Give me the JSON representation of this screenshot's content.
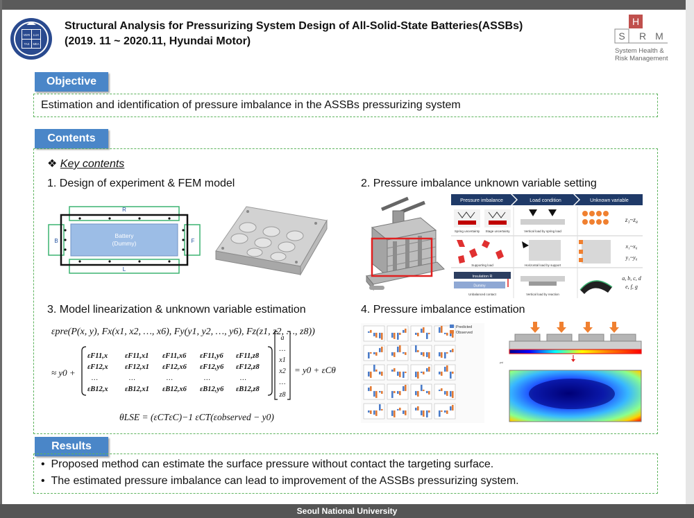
{
  "header": {
    "title_line1": "Structural Analysis for Pressurizing System Design of All-Solid-State Batteries(ASSBs)",
    "title_line2": "(2019. 11 ~ 2020.11, Hyundai Motor)",
    "logo_right_letters": [
      "S",
      "H",
      "R",
      "M"
    ],
    "logo_right_caption1": "System Health &",
    "logo_right_caption2": "Risk Management",
    "logo_left_letters": [
      "VERI",
      "LUX",
      "TAS",
      "MEA"
    ]
  },
  "objective": {
    "label": "Objective",
    "text": "Estimation and identification of pressure imbalance in the ASSBs pressurizing system"
  },
  "contents": {
    "label": "Contents",
    "key_title": "Key contents",
    "items": [
      "1. Design of experiment & FEM model",
      "2. Pressure imbalance unknown variable setting",
      "3. Model linearization & unknown variable estimation",
      "4. Pressure imbalance estimation"
    ],
    "fig1": {
      "R": "R",
      "L": "L",
      "B": "B",
      "F": "F",
      "battery": "Battery",
      "dummy": "(Dummy)"
    },
    "fig2": {
      "headers": [
        "Pressure imbalance",
        "Load condition",
        "Unknown variable"
      ],
      "row1": {
        "cap1": "Spring uncertainty",
        "cap2": "Stage uncertainty",
        "cap3": "Vertical load by spring load",
        "var": "z₁~z₈"
      },
      "row2": {
        "cap1": "Supporting load",
        "cap3": "Horizontal load by support",
        "var1": "x₁~x₆",
        "var2": "y₁~y₆"
      },
      "row3": {
        "ins": "Insulation R",
        "dummy": "Dummy",
        "cap1": "Unbalanced contact",
        "cap3": "Vertical load by reaction",
        "var1": "a, b, c, d",
        "var2": "e, f, g"
      }
    },
    "fig4": {
      "legend": [
        "Predicted",
        "Observed"
      ]
    }
  },
  "equations": {
    "line1": "εpre(P(x, y), Fx(x1, x2, …, x6), Fy(y1, y2, …, y6), Fz(z1, z2, …, z8))",
    "approx": "≈ y0 +",
    "row1": [
      "εF11,x",
      "εF11,x1",
      "εF11,x6",
      "εF11,y6",
      "εF11,z8"
    ],
    "row2": [
      "εF12,x",
      "εF12,x1",
      "εF12,x6",
      "εF12,y6",
      "εF12,z8"
    ],
    "row4": [
      "εB12,x",
      "εB12,x1",
      "εB12,x6",
      "εB12,y6",
      "εB12,z8"
    ],
    "vector": [
      "a",
      "…",
      "x1",
      "x2",
      "…",
      "z8"
    ],
    "rhs": "= y0 + εCθ",
    "lse": "θLSE = (εCTεC)−1 εCT(εobserved − y0)"
  },
  "results": {
    "label": "Results",
    "bullets": [
      "Proposed method can estimate the surface pressure without contact the targeting surface.",
      "The estimated pressure imbalance can lead to improvement of the ASSBs pressurizing system."
    ]
  },
  "footer": {
    "text": "Seoul National University"
  },
  "colors": {
    "header_blue": "#4a86c8",
    "dash_green": "#5db35d",
    "figure_navy": "#1f3a68",
    "highlight_red": "#e02020"
  }
}
